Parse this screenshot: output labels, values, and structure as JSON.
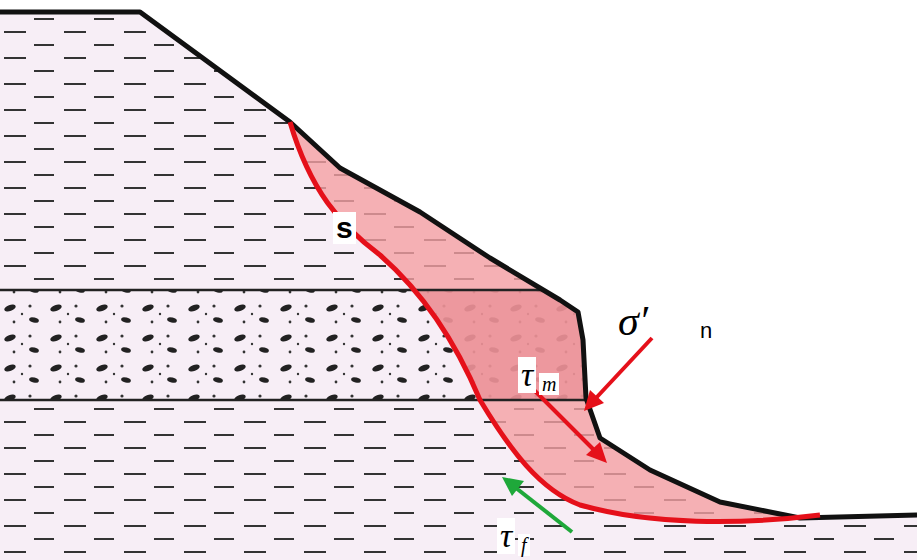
{
  "diagram": {
    "labels": [
      "s",
      "σ′",
      "n",
      "τ",
      "m",
      "τ",
      "f"
    ]
  }
}
